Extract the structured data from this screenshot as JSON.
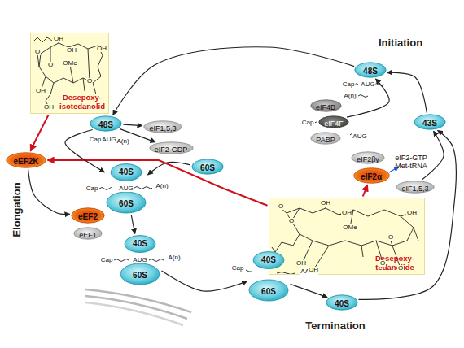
{
  "diagram": {
    "nodes": [
      {
        "text": [
          "Desepoxy-isotedanolid"
        ]
      },
      {
        "text": [
          "48S"
        ]
      },
      {
        "text": [
          "eIF1,5,3"
        ]
      },
      {
        "text": [
          "eIF2-GDP"
        ]
      },
      {
        "text": [
          "48S"
        ]
      },
      {
        "text": [
          "eIF4B"
        ]
      },
      {
        "text": [
          "eIF4F"
        ]
      },
      {
        "text": [
          "PABP"
        ]
      },
      {
        "text": [
          "43S"
        ]
      },
      {
        "text": [
          "eIF2βγ"
        ]
      },
      {
        "text": [
          "eIF2α"
        ]
      },
      {
        "text": [
          "eIF1,5,3"
        ]
      },
      {
        "text": [
          "60S"
        ]
      },
      {
        "text": [
          "eEF2K"
        ]
      },
      {
        "text": [
          "40S",
          "60S"
        ]
      },
      {
        "text": [
          "eEF2"
        ]
      },
      {
        "text": [
          "eEF1"
        ]
      },
      {
        "text": [
          "40S",
          "60S"
        ]
      },
      {
        "text": [
          "40S",
          "60S"
        ]
      },
      {
        "text": [
          "40S"
        ]
      },
      {
        "text": [
          "Desepoxy-tedanolide"
        ]
      }
    ],
    "edges": [
      {
        "from": 0,
        "to": 13,
        "arrow": "to"
      },
      {
        "from": 20,
        "to": 13,
        "arrow": "to"
      },
      {
        "from": 20,
        "to": 10,
        "arrow": "to"
      },
      {
        "from": 13,
        "to": 15,
        "arrow": "to"
      },
      {
        "from": 8,
        "to": 4,
        "arrow": "to"
      },
      {
        "from": 4,
        "to": 1,
        "arrow": "to"
      },
      {
        "from": 1,
        "to": 2,
        "arrow": "to"
      },
      {
        "from": 1,
        "to": 3,
        "arrow": "to"
      },
      {
        "from": 1,
        "to": 14,
        "arrow": "to"
      },
      {
        "from": 12,
        "to": 14,
        "arrow": "to"
      },
      {
        "from": 14,
        "to": 17,
        "arrow": "to"
      },
      {
        "from": 17,
        "to": 18,
        "arrow": "to"
      },
      {
        "from": 18,
        "to": 19,
        "arrow": "to"
      },
      {
        "from": 19,
        "to": 8,
        "arrow": "to"
      },
      {
        "from": 11,
        "to": 8,
        "arrow": "to"
      },
      {
        "from": 6,
        "to": 4,
        "arrow": "to"
      }
    ],
    "labels": [
      "Initiation",
      "Elongation",
      "Termination",
      "Cap",
      "AUG",
      "A(n)",
      "Cap",
      "AUG",
      "A(n)",
      "Cap",
      "AUG",
      "eIF2-GTP Met-tRNA",
      "Cap",
      "AUG",
      "A(n)",
      "Cap",
      "AUG",
      "A(n)",
      "Cap",
      "AAAA",
      "OH",
      "O",
      "O",
      "OH",
      "OMe",
      "OH",
      "O",
      "OH",
      "OH",
      "O",
      "O",
      "OH",
      "OH",
      "OMe",
      "OH",
      "O",
      "OH",
      "OH",
      "O",
      "O"
    ]
  }
}
